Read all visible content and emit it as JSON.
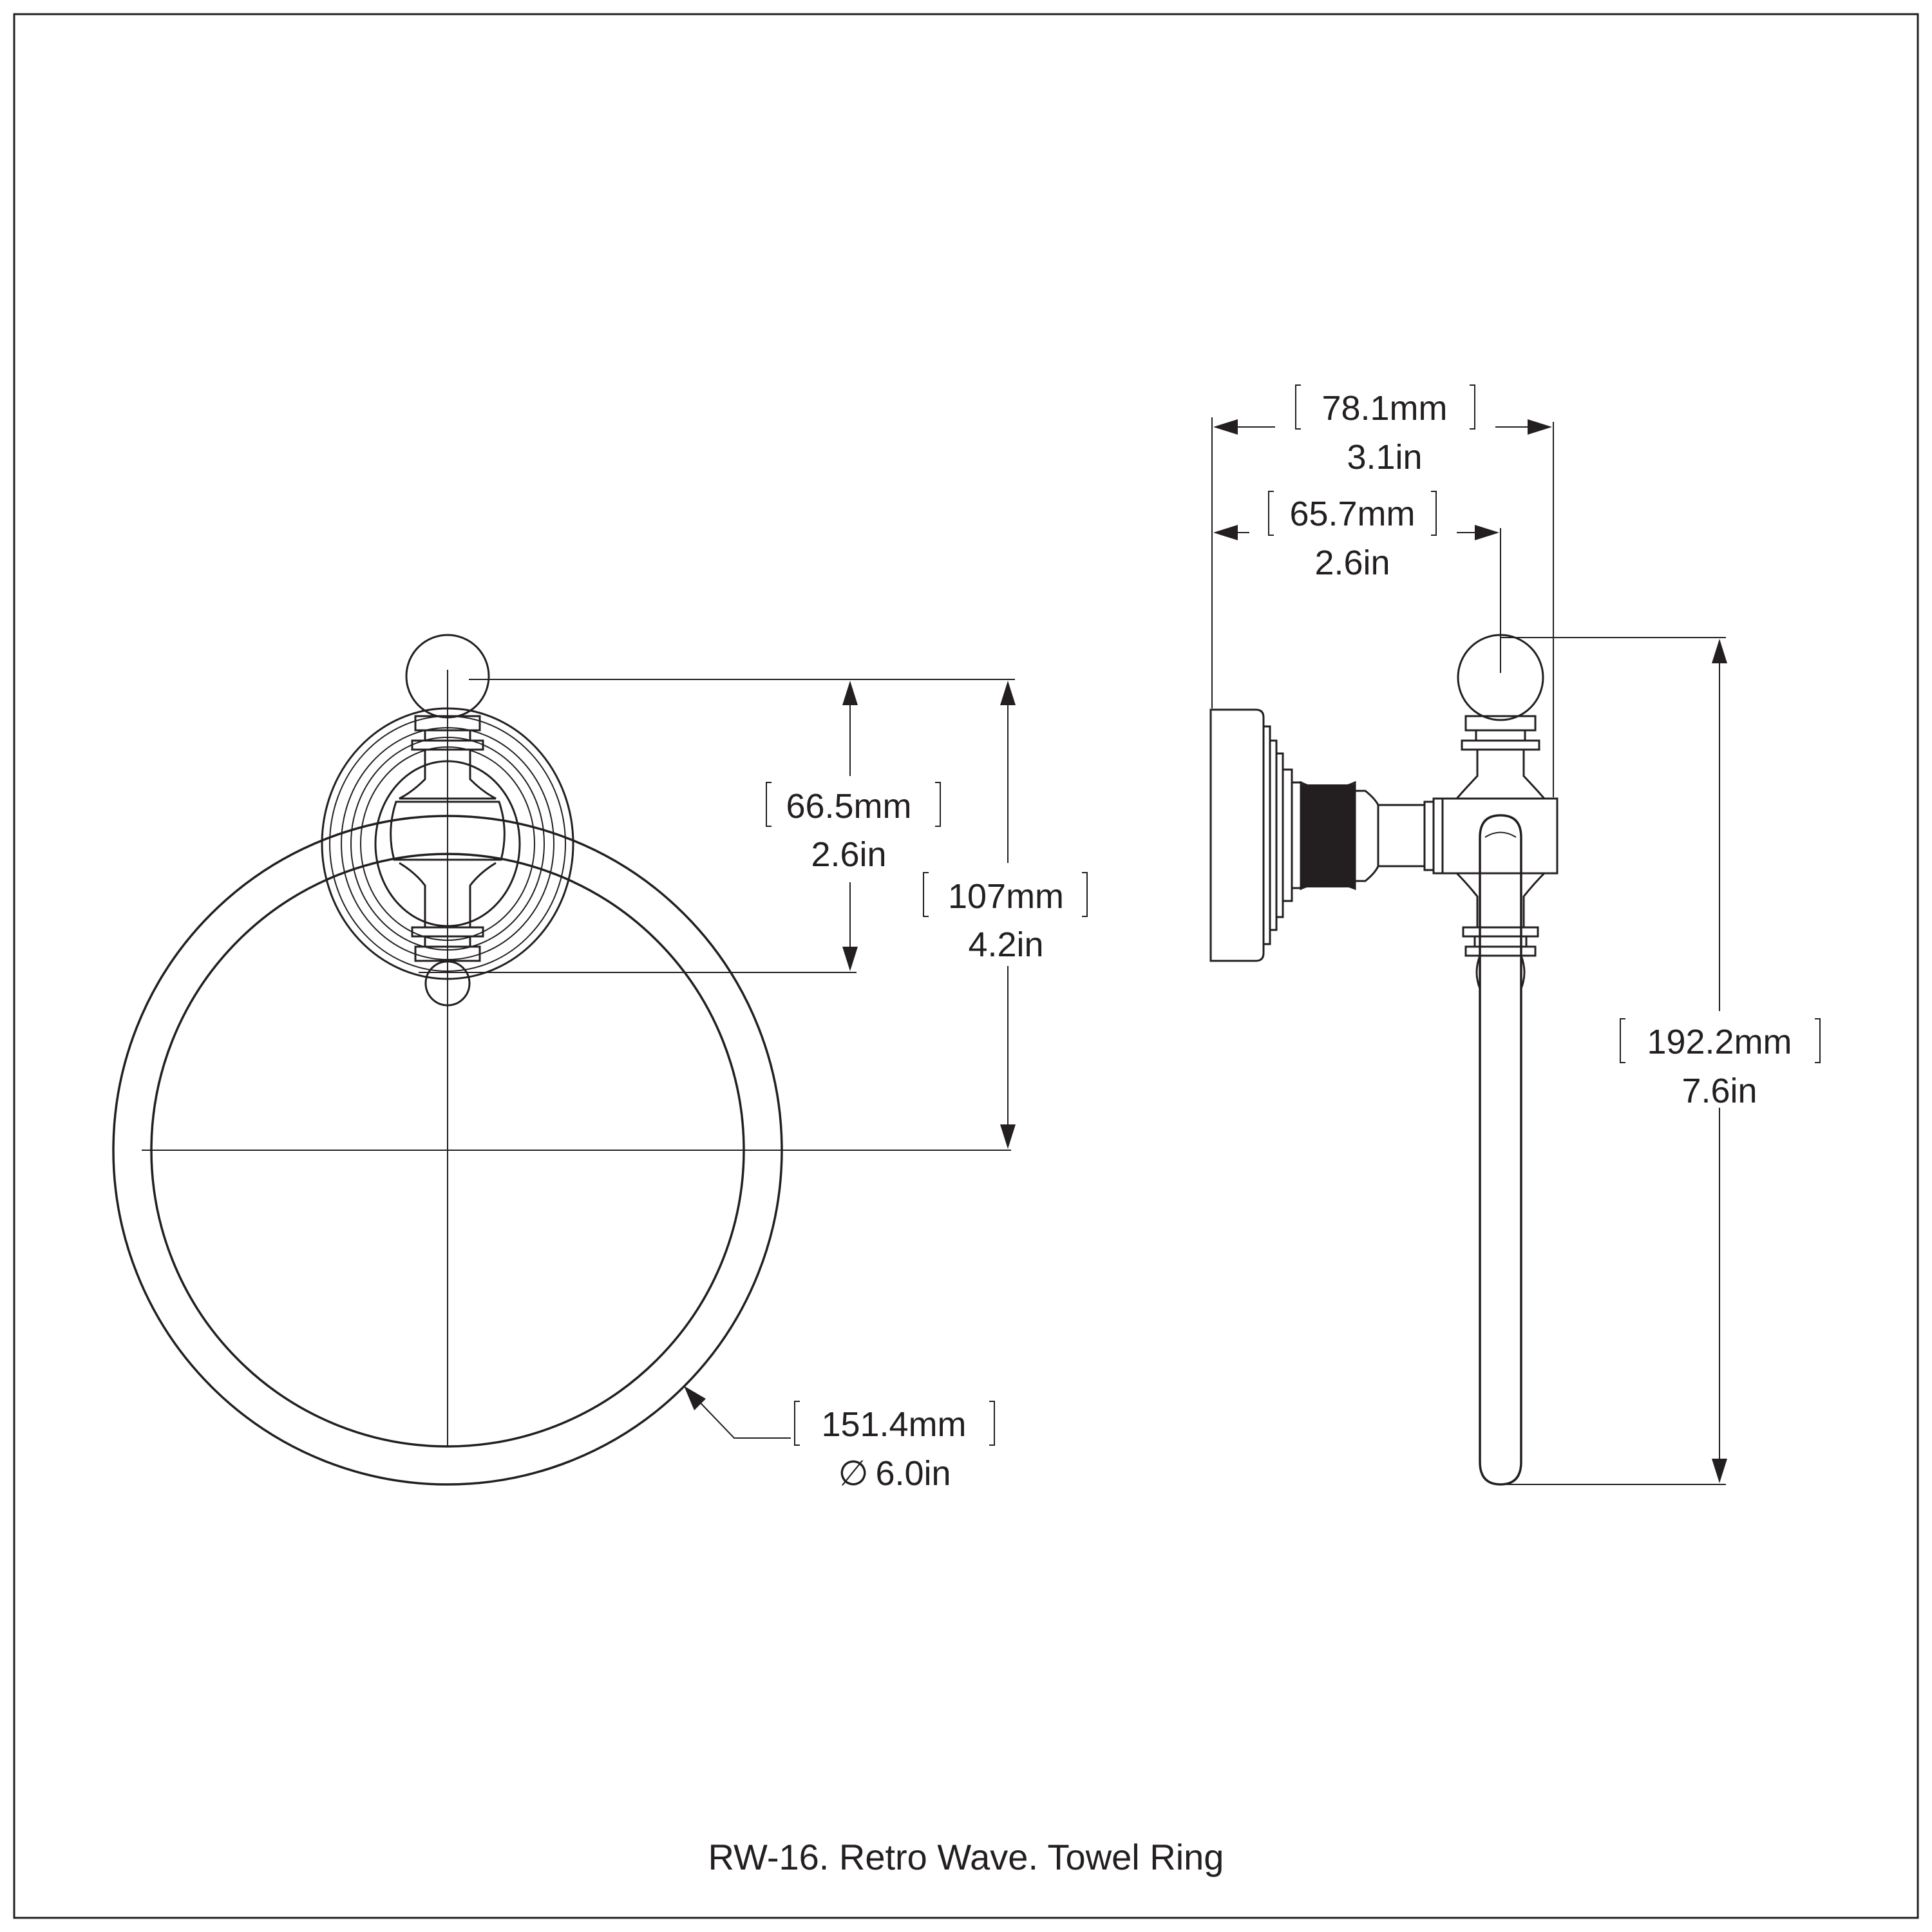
{
  "title": "RW-16. Retro Wave. Towel Ring",
  "dimensions": {
    "front_small_height": {
      "mm": "66.5mm",
      "inch": "2.6in"
    },
    "front_center_height": {
      "mm": "107mm",
      "inch": "4.2in"
    },
    "ring_diameter": {
      "mm": "151.4mm",
      "symbol": "∅",
      "inch": "6.0in"
    },
    "side_total_projection": {
      "mm": "78.1mm",
      "inch": "3.1in"
    },
    "side_post_projection": {
      "mm": "65.7mm",
      "inch": "2.6in"
    },
    "side_total_height": {
      "mm": "192.2mm",
      "inch": "7.6in"
    }
  },
  "colors": {
    "line": "#231f20",
    "background": "#ffffff"
  }
}
